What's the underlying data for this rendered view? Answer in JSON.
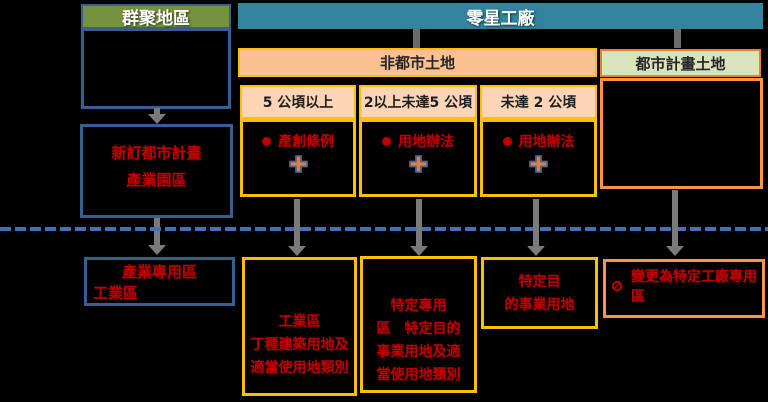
{
  "left_column": {
    "header": "群聚地區",
    "plan_box": {
      "line1": "新訂都市計畫",
      "line2": "產業園區"
    },
    "result_box": {
      "line1": "產業專用區",
      "line2": "工業區"
    }
  },
  "right_section": {
    "header": "零星工廠",
    "non_urban": {
      "header": "非都市土地",
      "branches": [
        {
          "size_label": "5 公頃以上",
          "law": "產創條例",
          "result_lines": {
            "0": "工業區",
            "1": "丁種建築用地及",
            "2": "適當使用地類別"
          }
        },
        {
          "size_label": "2以上未達5 公頃",
          "law": "用地辦法",
          "result_lines": {
            "0": "特定專用",
            "1": "區　特定目的",
            "2": "事業用地及適",
            "3": "當使用地類別"
          }
        },
        {
          "size_label": "未達 2 公頃",
          "law": "用地辦法",
          "result_lines": {
            "0": "特定目",
            "1": "的事業用地"
          }
        }
      ]
    },
    "urban": {
      "header": "都市計畫土地",
      "result": "變更為特定工廠專用區"
    }
  },
  "icons": {
    "plus": "plus-icon",
    "red_bullet": "bullet-dot-icon",
    "circle_bullet": "circled-slash-bullet-icon",
    "flow_arrow": "down-arrow-icon"
  },
  "colors": {
    "teal_header": "#31849B",
    "olive_header": "#76923C",
    "blue_border": "#376092",
    "dashed_divider": "#4470B4",
    "gold_border": "#FFC000",
    "orange_fill": "#FAC090",
    "pale_peach_fill": "#FBD5B5",
    "green_fill": "#D7E4BD",
    "orange_border": "#F79646",
    "red_text": "#C00000",
    "arrow_gray": "#7A7A7A"
  }
}
